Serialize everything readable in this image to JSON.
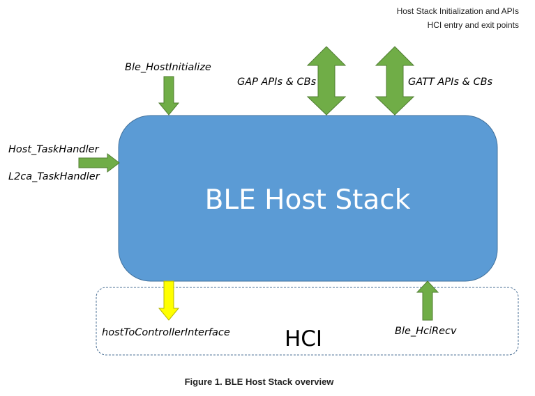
{
  "header": {
    "line1": "Host Stack Initialization and APIs",
    "line2": "HCI entry and exit points"
  },
  "diagram": {
    "host_stack_label": "BLE Host Stack",
    "hci_label": "HCI",
    "labels": {
      "host_initialize": "Ble_HostInitialize",
      "gap_apis": "GAP APIs & CBs",
      "gatt_apis": "GATT APIs & CBs",
      "host_task_handler": "Host_TaskHandler",
      "l2ca_task_handler": "L2ca_TaskHandler",
      "host_to_controller": "hostToControllerInterface",
      "hci_recv": "Ble_HciRecv"
    },
    "colors": {
      "host_stack_fill": "#5b9bd5",
      "host_stack_stroke": "#41719c",
      "arrow_green": "#70ad47",
      "arrow_green_stroke": "#507e32",
      "arrow_yellow": "#ffff00",
      "hci_border": "#4a6f94"
    }
  },
  "caption": "Figure 1.  BLE Host Stack overview"
}
